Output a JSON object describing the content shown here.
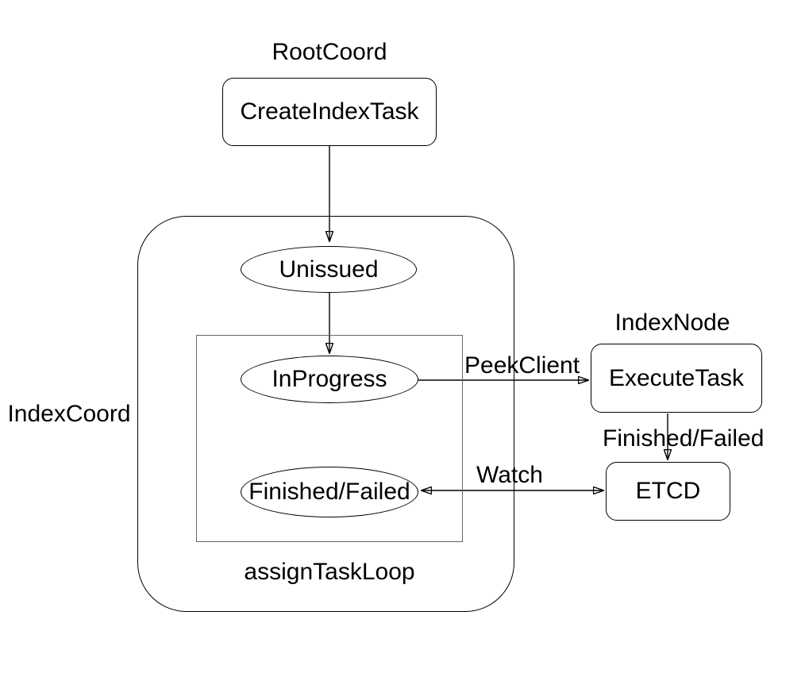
{
  "diagram": {
    "type": "flowchart",
    "background": "#ffffff",
    "colors": {
      "shape_stroke": "#000000",
      "text": "#000000",
      "loop_box_stroke": "#666666",
      "shape_fill": "#ffffff"
    },
    "groups": [
      {
        "id": "rootcoord",
        "label": "RootCoord"
      },
      {
        "id": "indexcoord",
        "label": "IndexCoord"
      },
      {
        "id": "indexnode",
        "label": "IndexNode"
      },
      {
        "id": "assigntaskloop",
        "label": "assignTaskLoop"
      }
    ],
    "nodes": [
      {
        "id": "create_index_task",
        "label": "CreateIndexTask",
        "shape": "rounded-rect",
        "group": "rootcoord"
      },
      {
        "id": "unissued",
        "label": "Unissued",
        "shape": "ellipse",
        "group": "indexcoord"
      },
      {
        "id": "in_progress",
        "label": "InProgress",
        "shape": "ellipse",
        "group": "assigntaskloop"
      },
      {
        "id": "finished_failed",
        "label": "Finished/Failed",
        "shape": "ellipse",
        "group": "assigntaskloop"
      },
      {
        "id": "execute_task",
        "label": "ExecuteTask",
        "shape": "rounded-rect",
        "group": "indexnode"
      },
      {
        "id": "etcd",
        "label": "ETCD",
        "shape": "rounded-rect",
        "group": null
      }
    ],
    "edges": [
      {
        "from": "create_index_task",
        "to": "unissued",
        "label": "",
        "bidirectional": false
      },
      {
        "from": "unissued",
        "to": "in_progress",
        "label": "",
        "bidirectional": false
      },
      {
        "from": "in_progress",
        "to": "execute_task",
        "label": "PeekClient",
        "bidirectional": false
      },
      {
        "from": "execute_task",
        "to": "etcd",
        "label": "Finished/Failed",
        "bidirectional": false
      },
      {
        "from": "etcd",
        "to": "finished_failed",
        "label": "Watch",
        "bidirectional": true
      }
    ]
  }
}
